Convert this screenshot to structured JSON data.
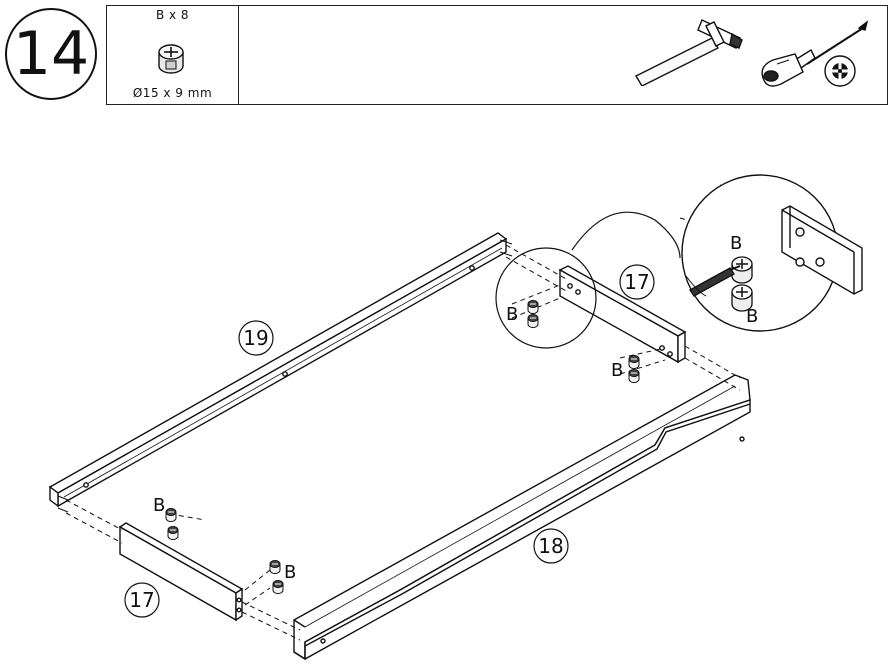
{
  "step": {
    "number": "14"
  },
  "parts": {
    "items": [
      {
        "letter": "B",
        "quantity_label": "B x 8",
        "dimension_label": "Ø15 x 9 mm",
        "icon": "cam-lock-icon"
      }
    ]
  },
  "tools": [
    {
      "name": "hammer",
      "icon": "hammer-icon"
    },
    {
      "name": "phillips screwdriver",
      "icon": "screwdriver-icon"
    },
    {
      "name": "phillips bit",
      "icon": "phillips-bit-icon"
    }
  ],
  "diagram": {
    "part_numbers": {
      "rail_back": "19",
      "end_right": "17",
      "end_left": "17",
      "rail_front": "18"
    },
    "fastener_labels": {
      "top_right_pair": "B",
      "zoom_upper": "B",
      "zoom_lower": "B",
      "middle_right_pair": "B",
      "left_upper_pair": "B",
      "left_lower_pair": "B"
    }
  }
}
